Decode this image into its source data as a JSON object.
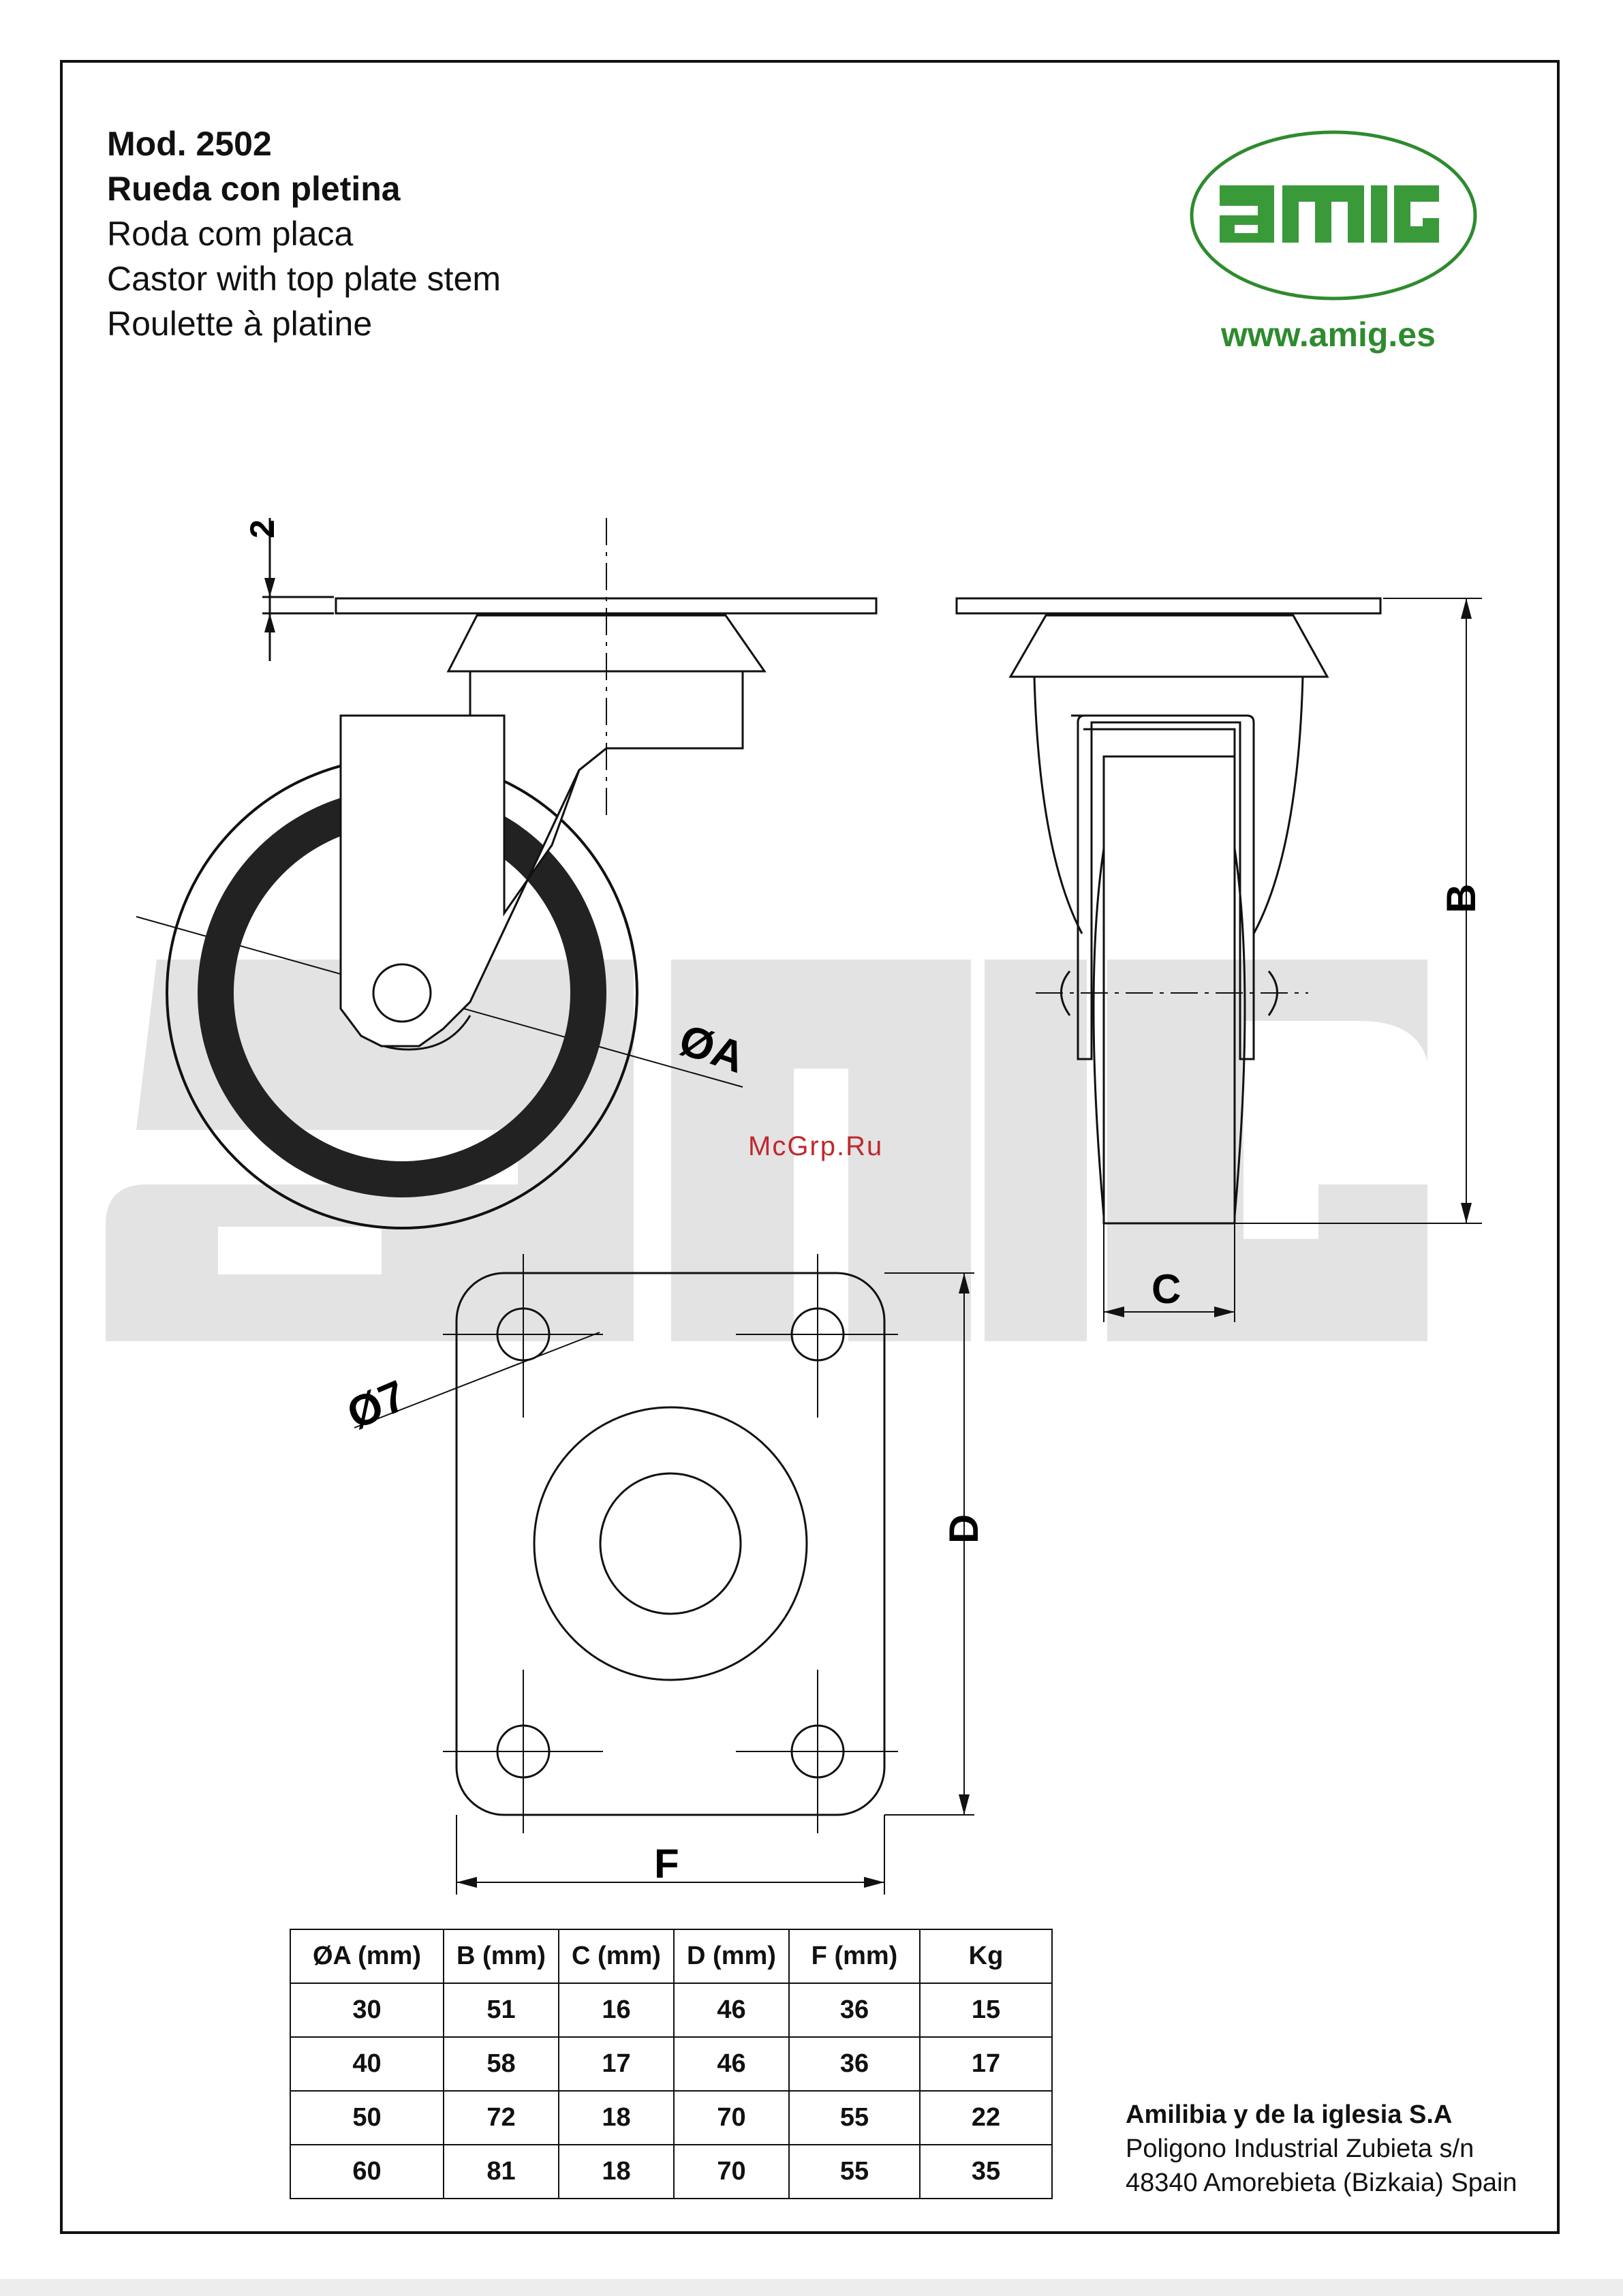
{
  "header": {
    "model": "Mod. 2502",
    "title_es": "Rueda con pletina",
    "title_pt": "Roda com placa",
    "title_en": "Castor with top plate stem",
    "title_fr": "Roulette à platine"
  },
  "brand": {
    "logo_text": "amiG",
    "website": "www.amig.es",
    "color": "#2e8b2e"
  },
  "watermark": {
    "text": "McGrp.Ru",
    "color": "#c0282c"
  },
  "dimensions": {
    "plate_thickness": "2",
    "wheel_diameter": "ØA",
    "height": "B",
    "width": "C",
    "plate_length": "D",
    "plate_width": "F",
    "hole_diameter": "Ø7"
  },
  "spec_table": {
    "headers": [
      "ØA (mm)",
      "B (mm)",
      "C (mm)",
      "D (mm)",
      "F (mm)",
      "Kg"
    ],
    "rows": [
      [
        "30",
        "51",
        "16",
        "46",
        "36",
        "15"
      ],
      [
        "40",
        "58",
        "17",
        "46",
        "36",
        "17"
      ],
      [
        "50",
        "72",
        "18",
        "70",
        "55",
        "22"
      ],
      [
        "60",
        "81",
        "18",
        "70",
        "55",
        "35"
      ]
    ]
  },
  "company": {
    "name": "Amilibia y de la iglesia S.A",
    "address1": "Poligono Industrial Zubieta s/n",
    "address2": "48340 Amorebieta (Bizkaia) Spain"
  }
}
